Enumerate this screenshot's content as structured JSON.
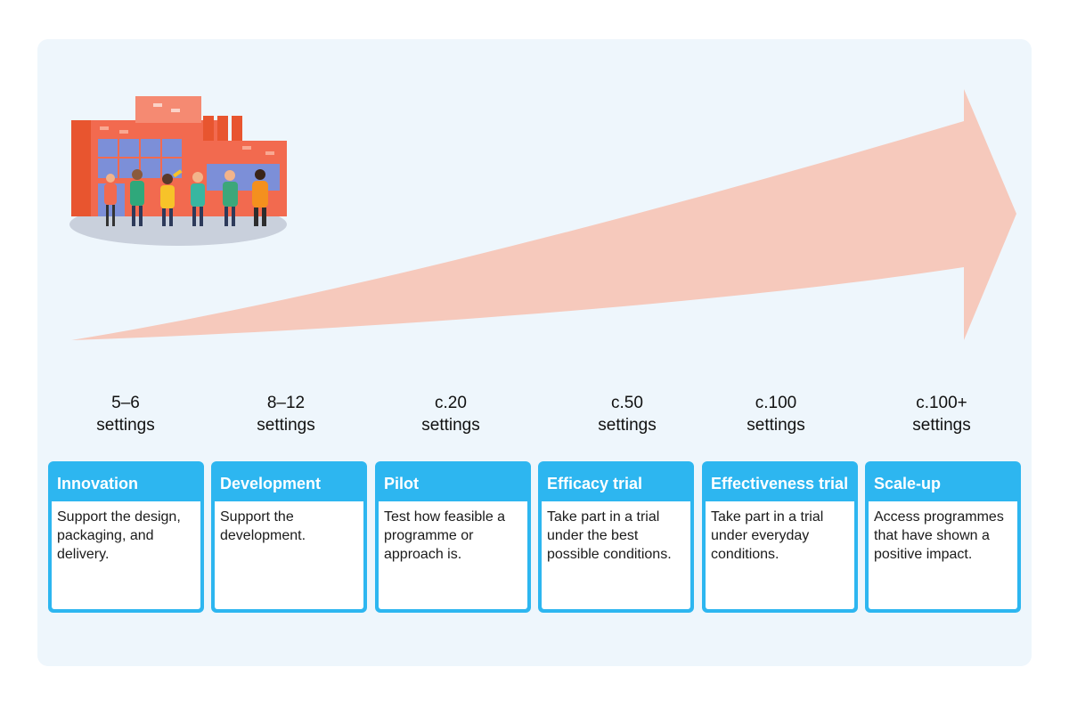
{
  "colors": {
    "panel_background": "#eef6fc",
    "arrow": "#f6c9bc",
    "card_header": "#2db6f0",
    "card_body": "#ffffff"
  },
  "illustration": {
    "icon": "school-building-with-people-icon"
  },
  "stages": [
    {
      "count_line1": "5–6",
      "count_line2": "settings",
      "title": "Innovation",
      "description": "Support the design, packaging, and delivery."
    },
    {
      "count_line1": "8–12",
      "count_line2": "settings",
      "title": "Development",
      "description": "Support the development."
    },
    {
      "count_line1": "c.20",
      "count_line2": "settings",
      "title": "Pilot",
      "description": "Test how feasible a programme or approach is."
    },
    {
      "count_line1": "c.50",
      "count_line2": "settings",
      "title": "Efficacy trial",
      "description": "Take part in a trial under the best possible conditions."
    },
    {
      "count_line1": "c.100",
      "count_line2": "settings",
      "title": "Effectiveness trial",
      "description": "Take part in a trial under everyday conditions."
    },
    {
      "count_line1": "c.100+",
      "count_line2": "settings",
      "title": "Scale-up",
      "description": "Access programmes that have shown a positive impact."
    }
  ]
}
